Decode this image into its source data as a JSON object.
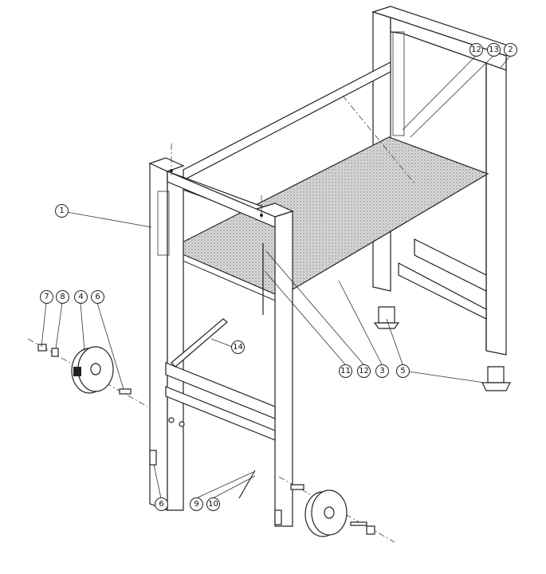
{
  "diagram": {
    "type": "exploded assembly drawing",
    "callouts": [
      {
        "id": "c1",
        "label": "1"
      },
      {
        "id": "c2",
        "label": "2"
      },
      {
        "id": "c12a",
        "label": "12"
      },
      {
        "id": "c13",
        "label": "13"
      },
      {
        "id": "c7",
        "label": "7"
      },
      {
        "id": "c8",
        "label": "8"
      },
      {
        "id": "c4",
        "label": "4"
      },
      {
        "id": "c6a",
        "label": "6"
      },
      {
        "id": "c14",
        "label": "14"
      },
      {
        "id": "c11",
        "label": "11"
      },
      {
        "id": "c12b",
        "label": "12"
      },
      {
        "id": "c3",
        "label": "3"
      },
      {
        "id": "c5",
        "label": "5"
      },
      {
        "id": "c6b",
        "label": "6"
      },
      {
        "id": "c9",
        "label": "9"
      },
      {
        "id": "c10",
        "label": "10"
      }
    ]
  }
}
